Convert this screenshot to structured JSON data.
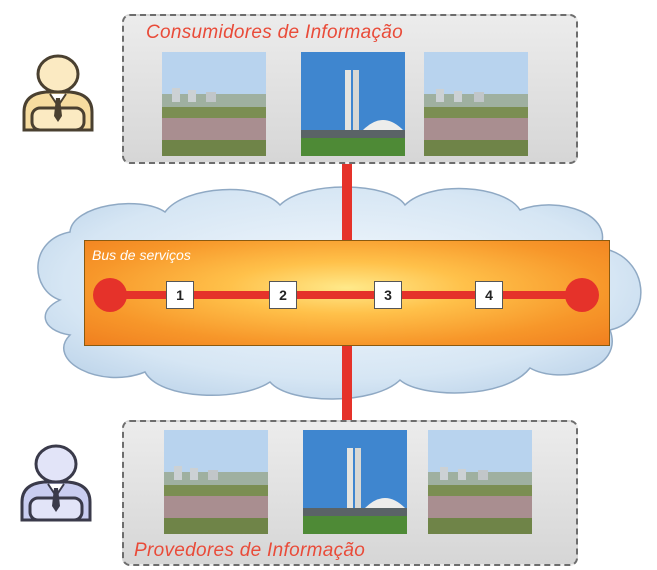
{
  "consumers": {
    "title": "Consumidores de Informação"
  },
  "providers": {
    "title": "Provedores de Informação"
  },
  "bus": {
    "label": "Bus de serviços",
    "steps": [
      "1",
      "2",
      "3",
      "4"
    ]
  },
  "colors": {
    "connector": "#e5322a",
    "title_text": "#e94b39",
    "bus_fill": "#f7972a",
    "cloud_fill": "#cfe2f2",
    "consumer_actor": "#f6dca0",
    "provider_actor": "#c9cdf0"
  },
  "icons": {
    "consumer": "user-icon",
    "provider": "user-icon"
  }
}
